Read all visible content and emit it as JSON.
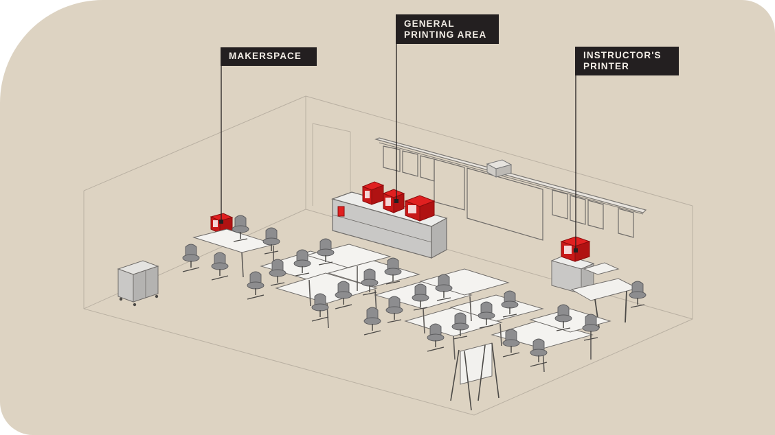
{
  "diagram": {
    "callouts": [
      {
        "key": "makerspace",
        "label": "MAKERSPACE"
      },
      {
        "key": "general",
        "label": "GENERAL\nPRINTING AREA"
      },
      {
        "key": "instructor",
        "label": "INSTRUCTOR'S\nPRINTER"
      }
    ]
  },
  "colors": {
    "background": "#ddd3c2",
    "printer": "#e02020",
    "chair": "#8d8d8f",
    "label_bg": "#231f20",
    "label_text": "#f2ede6"
  }
}
